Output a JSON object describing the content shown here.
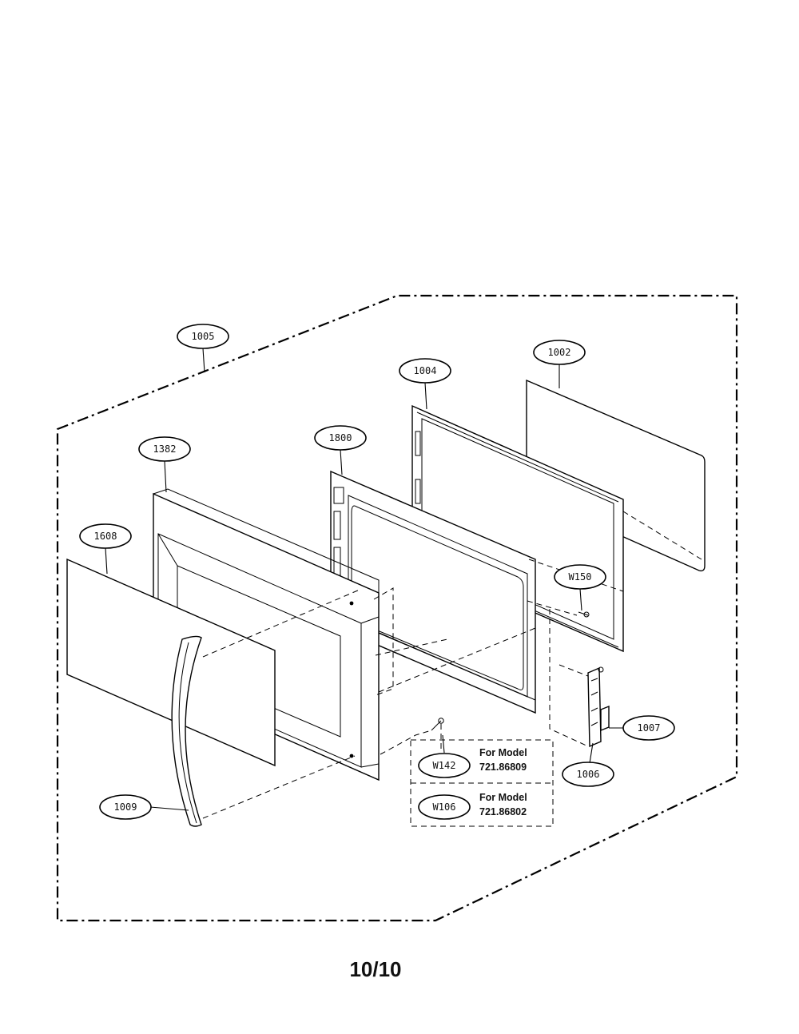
{
  "diagram": {
    "callouts": {
      "c1005": "1005",
      "c1002": "1002",
      "c1004": "1004",
      "c1800": "1800",
      "c1382": "1382",
      "c1608": "1608",
      "cW150": "W150",
      "c1007": "1007",
      "c1006": "1006",
      "c1009": "1009"
    },
    "notes": {
      "w142": {
        "label": "W142",
        "line1": "For Model",
        "line2": "721.86809"
      },
      "w106": {
        "label": "W106",
        "line1": "For Model",
        "line2": "721.86802"
      }
    }
  },
  "page_number": "10/10"
}
